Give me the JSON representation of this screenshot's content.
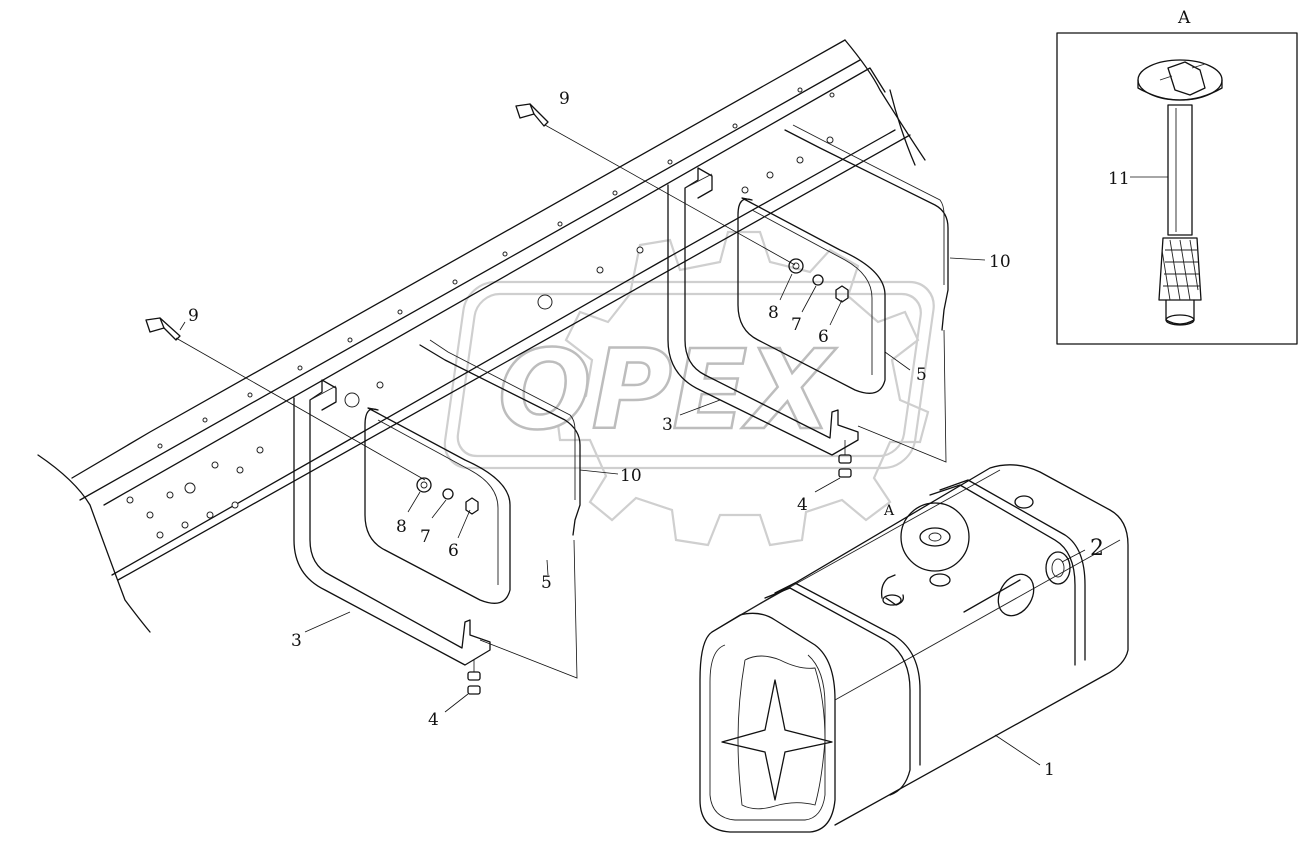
{
  "watermark": {
    "text": "OPEX"
  },
  "detail": {
    "title": "A"
  },
  "callouts": {
    "c1": "1",
    "c2": "2",
    "c3_left": "3",
    "c3_right": "3",
    "c4_left": "4",
    "c4_right": "4",
    "c5_left": "5",
    "c5_right": "5",
    "c6_left": "6",
    "c6_right": "6",
    "c7_left": "7",
    "c7_right": "7",
    "c8_left": "8",
    "c8_right": "8",
    "c9_left": "9",
    "c9_right": "9",
    "c10_left": "10",
    "c10_right": "10",
    "c11": "11",
    "cA_tank": "A"
  },
  "colors": {
    "line": "#111111",
    "watermark": "#bdbdbd",
    "background": "#ffffff"
  }
}
